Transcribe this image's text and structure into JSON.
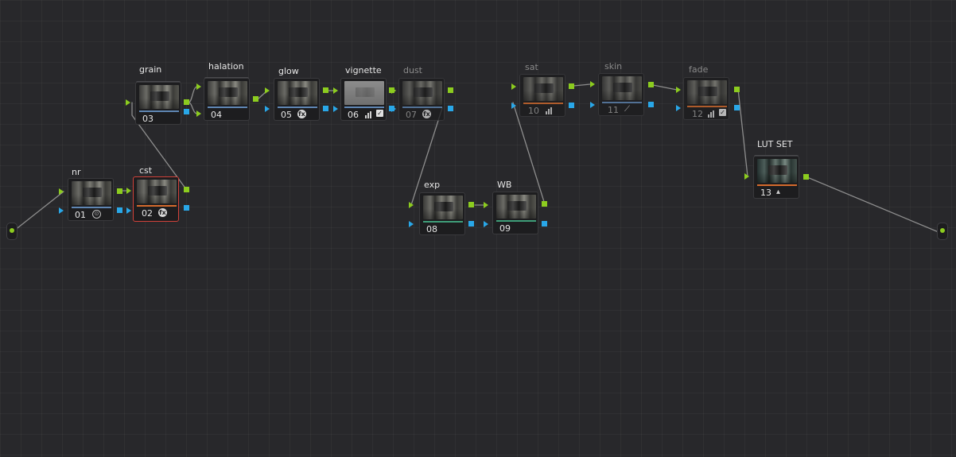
{
  "nodes": [
    {
      "id": "n01",
      "title": "nr",
      "number": "01",
      "icon": "fx-outline-icon",
      "icon_glyph": "⊙"
    },
    {
      "id": "n02",
      "title": "cst",
      "number": "02",
      "icon": "fx-icon",
      "icon_glyph": "fx"
    },
    {
      "id": "n03",
      "title": "grain",
      "number": "03"
    },
    {
      "id": "n04",
      "title": "halation",
      "number": "04"
    },
    {
      "id": "n05",
      "title": "glow",
      "number": "05",
      "icon": "fx-icon",
      "icon_glyph": "fx"
    },
    {
      "id": "n06",
      "title": "vignette",
      "number": "06",
      "icon": "checkbox-icon",
      "icon_glyph": "✓"
    },
    {
      "id": "n07",
      "title": "dust",
      "number": "07",
      "icon": "fx-icon",
      "icon_glyph": "fx"
    },
    {
      "id": "n08",
      "title": "exp",
      "number": "08"
    },
    {
      "id": "n09",
      "title": "WB",
      "number": "09"
    },
    {
      "id": "n10",
      "title": "sat",
      "number": "10"
    },
    {
      "id": "n11",
      "title": "skin",
      "number": "11",
      "icon": "eyedropper-icon",
      "icon_glyph": "⟋"
    },
    {
      "id": "n12",
      "title": "fade",
      "number": "12",
      "icon": "checkbox-icon",
      "icon_glyph": "✓"
    },
    {
      "id": "n13",
      "title": "LUT SET",
      "number": "13",
      "icon": "drops-icon",
      "icon_glyph": "▴"
    }
  ],
  "colors": {
    "background": "#28282b",
    "rgb_port": "#8ccc1f",
    "alpha_port": "#29a7e8",
    "selected_border": "#d2423a",
    "wire": "#8d8d8d"
  }
}
